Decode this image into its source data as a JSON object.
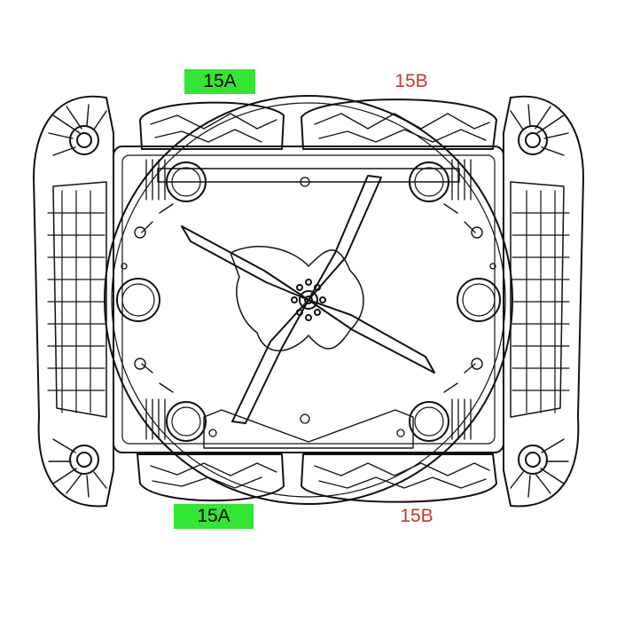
{
  "labels": {
    "top_left": "15A",
    "top_right": "15B",
    "bottom_left": "15A",
    "bottom_right": "15B"
  },
  "colors": {
    "highlight": "#33e633",
    "text_red": "#c0392b",
    "line": "#111111",
    "background": "#ffffff"
  }
}
